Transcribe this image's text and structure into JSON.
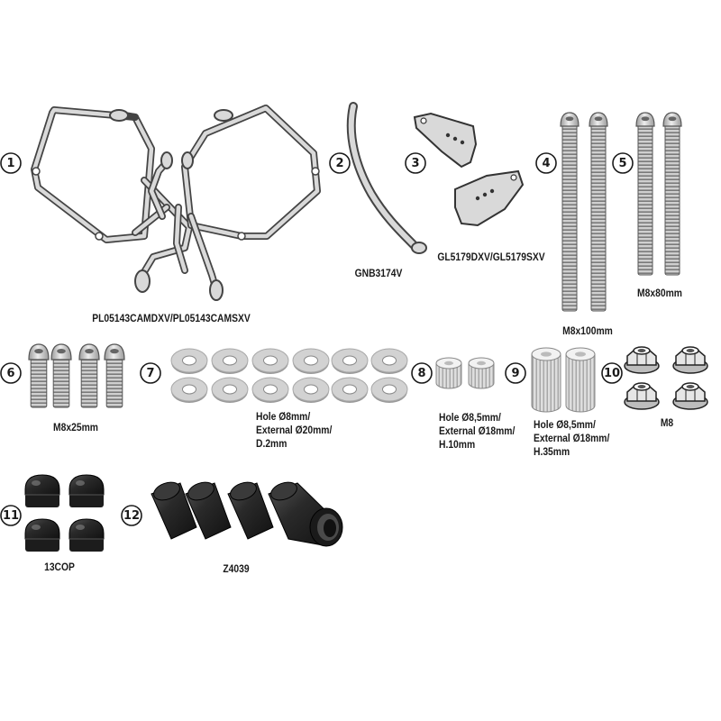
{
  "parts": [
    {
      "num": "1",
      "label": "PL05143CAMDXV/PL05143CAMSXV",
      "icon": "side-frame-pair-icon"
    },
    {
      "num": "2",
      "label": "GNB3174V",
      "icon": "bent-bar-icon"
    },
    {
      "num": "3",
      "label": "GL5179DXV/GL5179SXV",
      "icon": "bracket-plate-icon"
    },
    {
      "num": "4",
      "label": "M8x100mm",
      "icon": "long-bolt-icon"
    },
    {
      "num": "5",
      "label": "M8x80mm",
      "icon": "long-bolt-icon"
    },
    {
      "num": "6",
      "label": "M8x25mm",
      "icon": "short-bolt-icon"
    },
    {
      "num": "7",
      "label_lines": [
        "Hole Ø8mm/",
        "External Ø20mm/",
        "D.2mm"
      ],
      "icon": "washer-icon"
    },
    {
      "num": "8",
      "label_lines": [
        "Hole Ø8,5mm/",
        "External Ø18mm/",
        "H.10mm"
      ],
      "icon": "short-spacer-icon"
    },
    {
      "num": "9",
      "label_lines": [
        "Hole Ø8,5mm/",
        "External Ø18mm/",
        "H.35mm"
      ],
      "icon": "long-spacer-icon"
    },
    {
      "num": "10",
      "label": "M8",
      "icon": "nut-icon"
    },
    {
      "num": "11",
      "label": "13COP",
      "icon": "cap-nut-cover-icon"
    },
    {
      "num": "12",
      "label": "Z4039",
      "icon": "rubber-sleeve-icon"
    }
  ],
  "colors": {
    "outline": "#1a1a1a",
    "metal_fill": "#d9d9d9",
    "metal_stroke": "#444444",
    "rubber": "#222222"
  }
}
